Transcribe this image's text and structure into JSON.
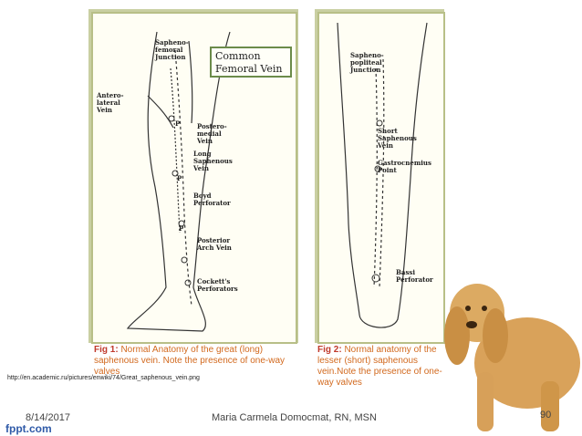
{
  "figure1": {
    "callout": "Common Femoral Vein",
    "labels": {
      "sapheno_femoral": "Sapheno-femoral Junction",
      "antero_lateral": "Antero-lateral Vein",
      "postero_medial": "Postero-medial Vein",
      "long_saphenous": "Long Saphenous Vein",
      "boyd": "Boyd Perforator",
      "posterior_arch": "Posterior Arch Vein",
      "cockett": "Cockett's Perforators"
    },
    "valve_marker": "P",
    "caption_prefix": "Fig 1:",
    "caption_text": " Normal Anatomy of the great (long) saphenous vein. Note the presence of one-way valves"
  },
  "figure2": {
    "labels": {
      "sapheno_popliteal": "Sapheno-popliteal Junction",
      "short_saphenous": "Short Saphenous Vein",
      "gastrocnemius": "Gastrocnemius Point",
      "bassi": "Bassi Perforator"
    },
    "caption_prefix": "Fig 2:",
    "caption_text": " Normal anatomy of the lesser (short) saphenous vein.Note the presence of one-way valves"
  },
  "source_url": "http://en.academic.ru/pictures/enwiki/74/Great_saphenous_vein.png",
  "footer": {
    "date": "8/14/2017",
    "author": "Maria Carmela Domocmat, RN, MSN",
    "page": "90",
    "brand": "fppt.com"
  }
}
